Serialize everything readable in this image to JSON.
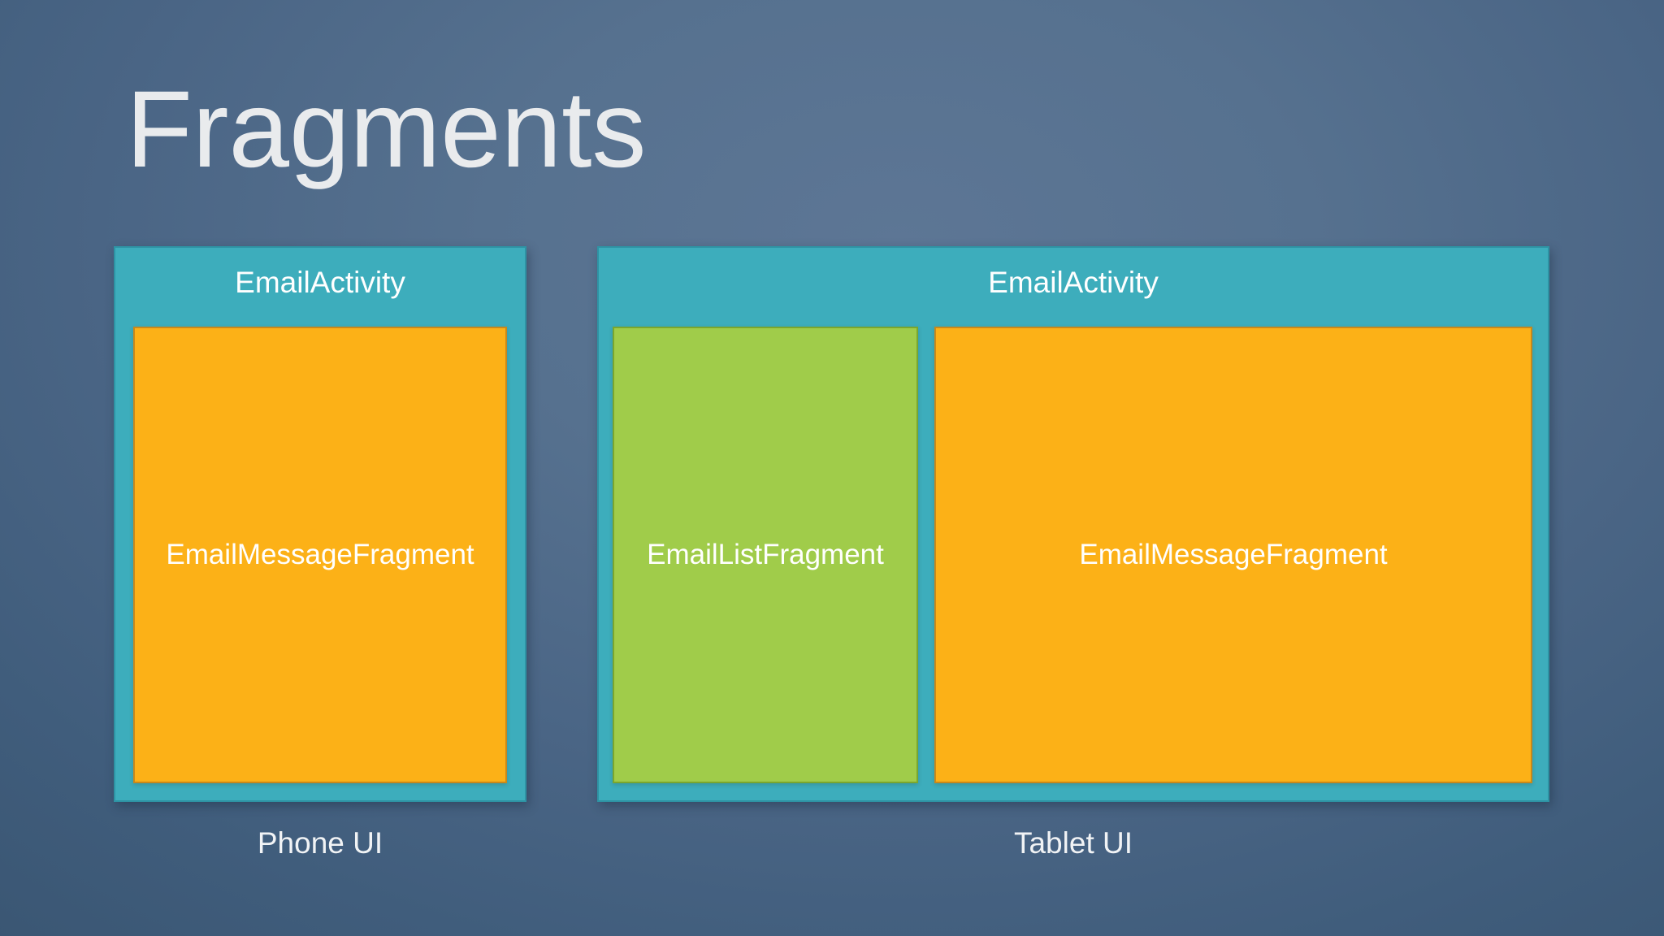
{
  "title": "Fragments",
  "colors": {
    "background_center": "#5d7695",
    "background_edge": "#3a5673",
    "teal": "#3dadbc",
    "teal_border": "#2e93a4",
    "orange": "#fcb117",
    "orange_border": "#c8881b",
    "green": "#a0cc4a",
    "green_border": "#7aa62e",
    "title_text": "#e9ebed",
    "label_text": "#ffffff"
  },
  "diagrams": [
    {
      "id": "phone",
      "activity_label": "EmailActivity",
      "fragments": [
        {
          "label": "EmailMessageFragment",
          "color": "orange"
        }
      ],
      "caption": "Phone UI"
    },
    {
      "id": "tablet",
      "activity_label": "EmailActivity",
      "fragments": [
        {
          "label": "EmailListFragment",
          "color": "green"
        },
        {
          "label": "EmailMessageFragment",
          "color": "orange"
        }
      ],
      "caption": "Tablet UI"
    }
  ]
}
